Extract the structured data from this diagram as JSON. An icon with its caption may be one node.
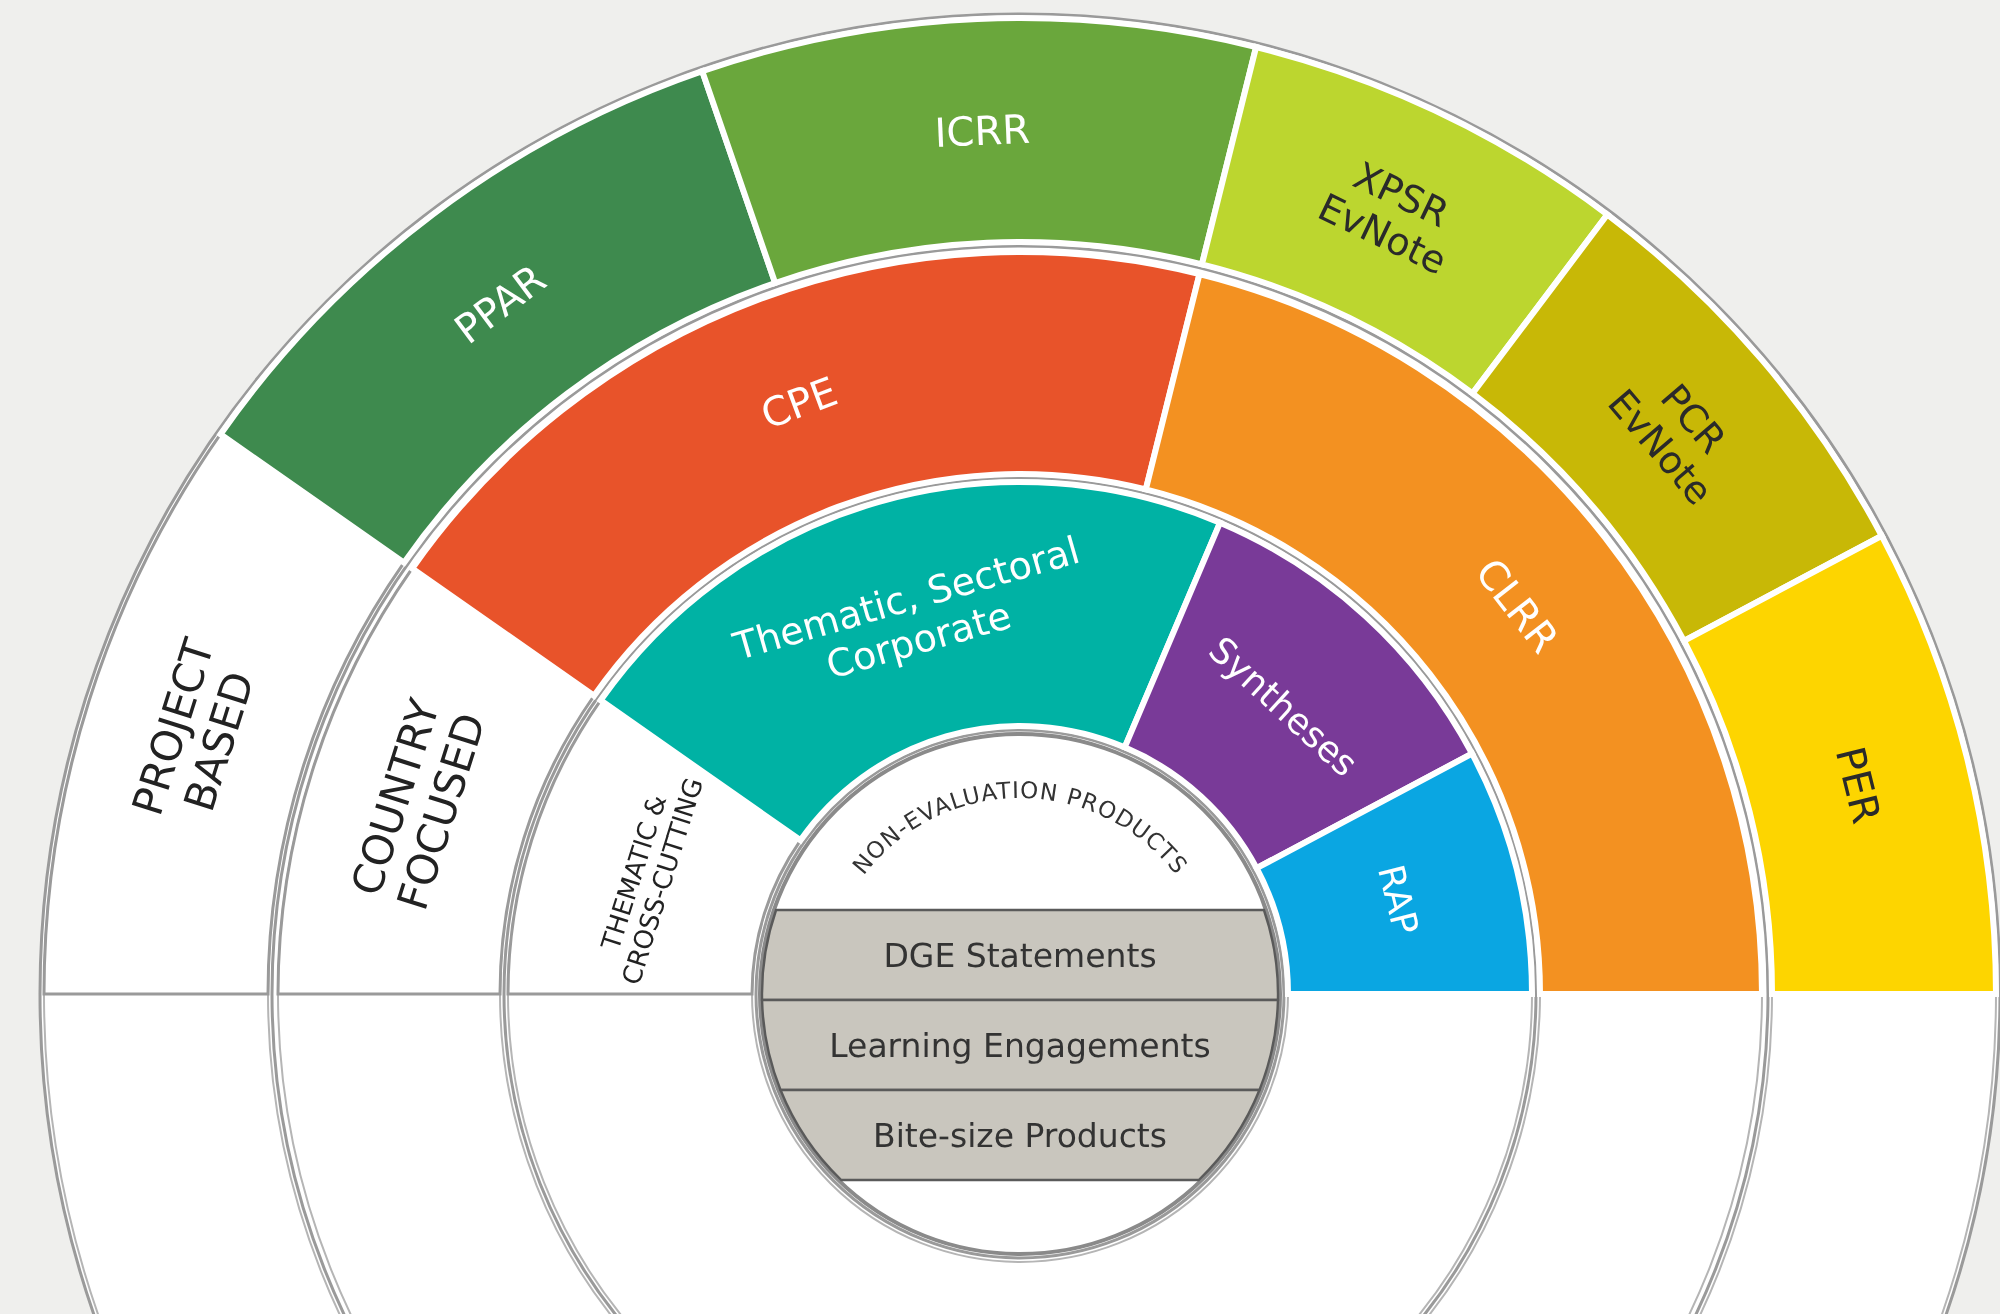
{
  "diagram": {
    "nodes": [
      {
        "text": [
          "PROJECT BASED"
        ]
      },
      {
        "text": [
          "PPAR"
        ]
      },
      {
        "text": [
          "ICRR"
        ]
      },
      {
        "text": [
          "XPSR EvNote"
        ]
      },
      {
        "text": [
          "PCR EvNote"
        ]
      },
      {
        "text": [
          "PER"
        ]
      },
      {
        "text": [
          "COUNTRY FOCUSED"
        ]
      },
      {
        "text": [
          "CPE"
        ]
      },
      {
        "text": [
          "CLRR"
        ]
      },
      {
        "text": [
          "THEMATIC & CROSS-CUTTING"
        ]
      },
      {
        "text": [
          "Thematic, Sectoral Corporate"
        ]
      },
      {
        "text": [
          "Syntheses"
        ]
      },
      {
        "text": [
          "RAP"
        ]
      },
      {
        "text": [
          "NON-EVALUATION PRODUCTS"
        ]
      },
      {
        "text": [
          "DGE Statements"
        ],
        "in": 13
      },
      {
        "text": [
          "Learning Engagements"
        ],
        "in": 13
      },
      {
        "text": [
          "Bite-size Products"
        ],
        "in": 13
      }
    ]
  }
}
